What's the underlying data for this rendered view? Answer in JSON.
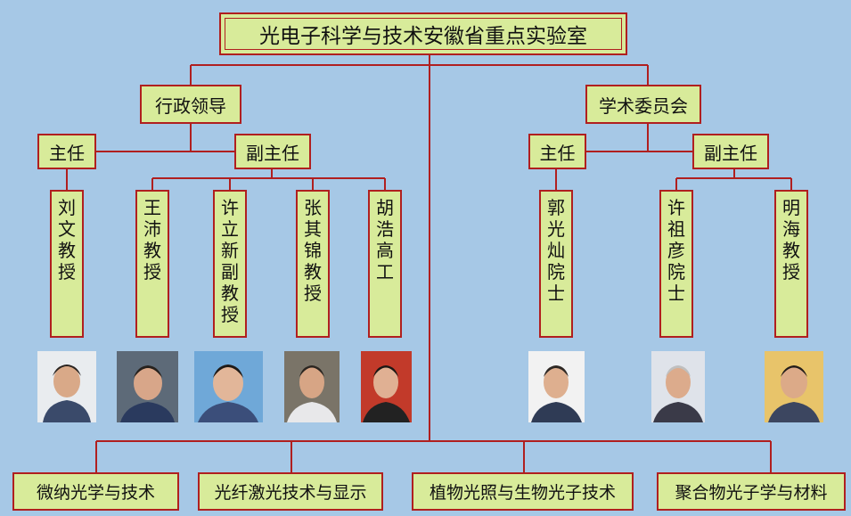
{
  "title": "光电子科学与技术安徽省重点实验室",
  "left": {
    "group": "行政领导",
    "director_label": "主任",
    "deputy_label": "副主任",
    "director": [
      "刘",
      "文",
      "教",
      "授"
    ],
    "deputies": [
      [
        "王",
        "沛",
        "教",
        "授"
      ],
      [
        "许",
        "立",
        "新",
        "副",
        "教",
        "授"
      ],
      [
        "张",
        "其",
        "锦",
        "教",
        "授"
      ],
      [
        "胡",
        "浩",
        "高",
        "工"
      ]
    ]
  },
  "right": {
    "group": "学术委员会",
    "director_label": "主任",
    "deputy_label": "副主任",
    "director": [
      "郭",
      "光",
      "灿",
      "院",
      "士"
    ],
    "deputies": [
      [
        "许",
        "祖",
        "彦",
        "院",
        "士"
      ],
      [
        "明",
        "海",
        "教",
        "授"
      ]
    ]
  },
  "units": [
    "微纳光学与技术",
    "光纤激光技术与显示",
    "植物光照与生物光子技术",
    "聚合物光子学与材料"
  ],
  "colors": {
    "background": "#a6c8e6",
    "box_fill": "#d8eb9a",
    "line": "#b01f1f"
  }
}
